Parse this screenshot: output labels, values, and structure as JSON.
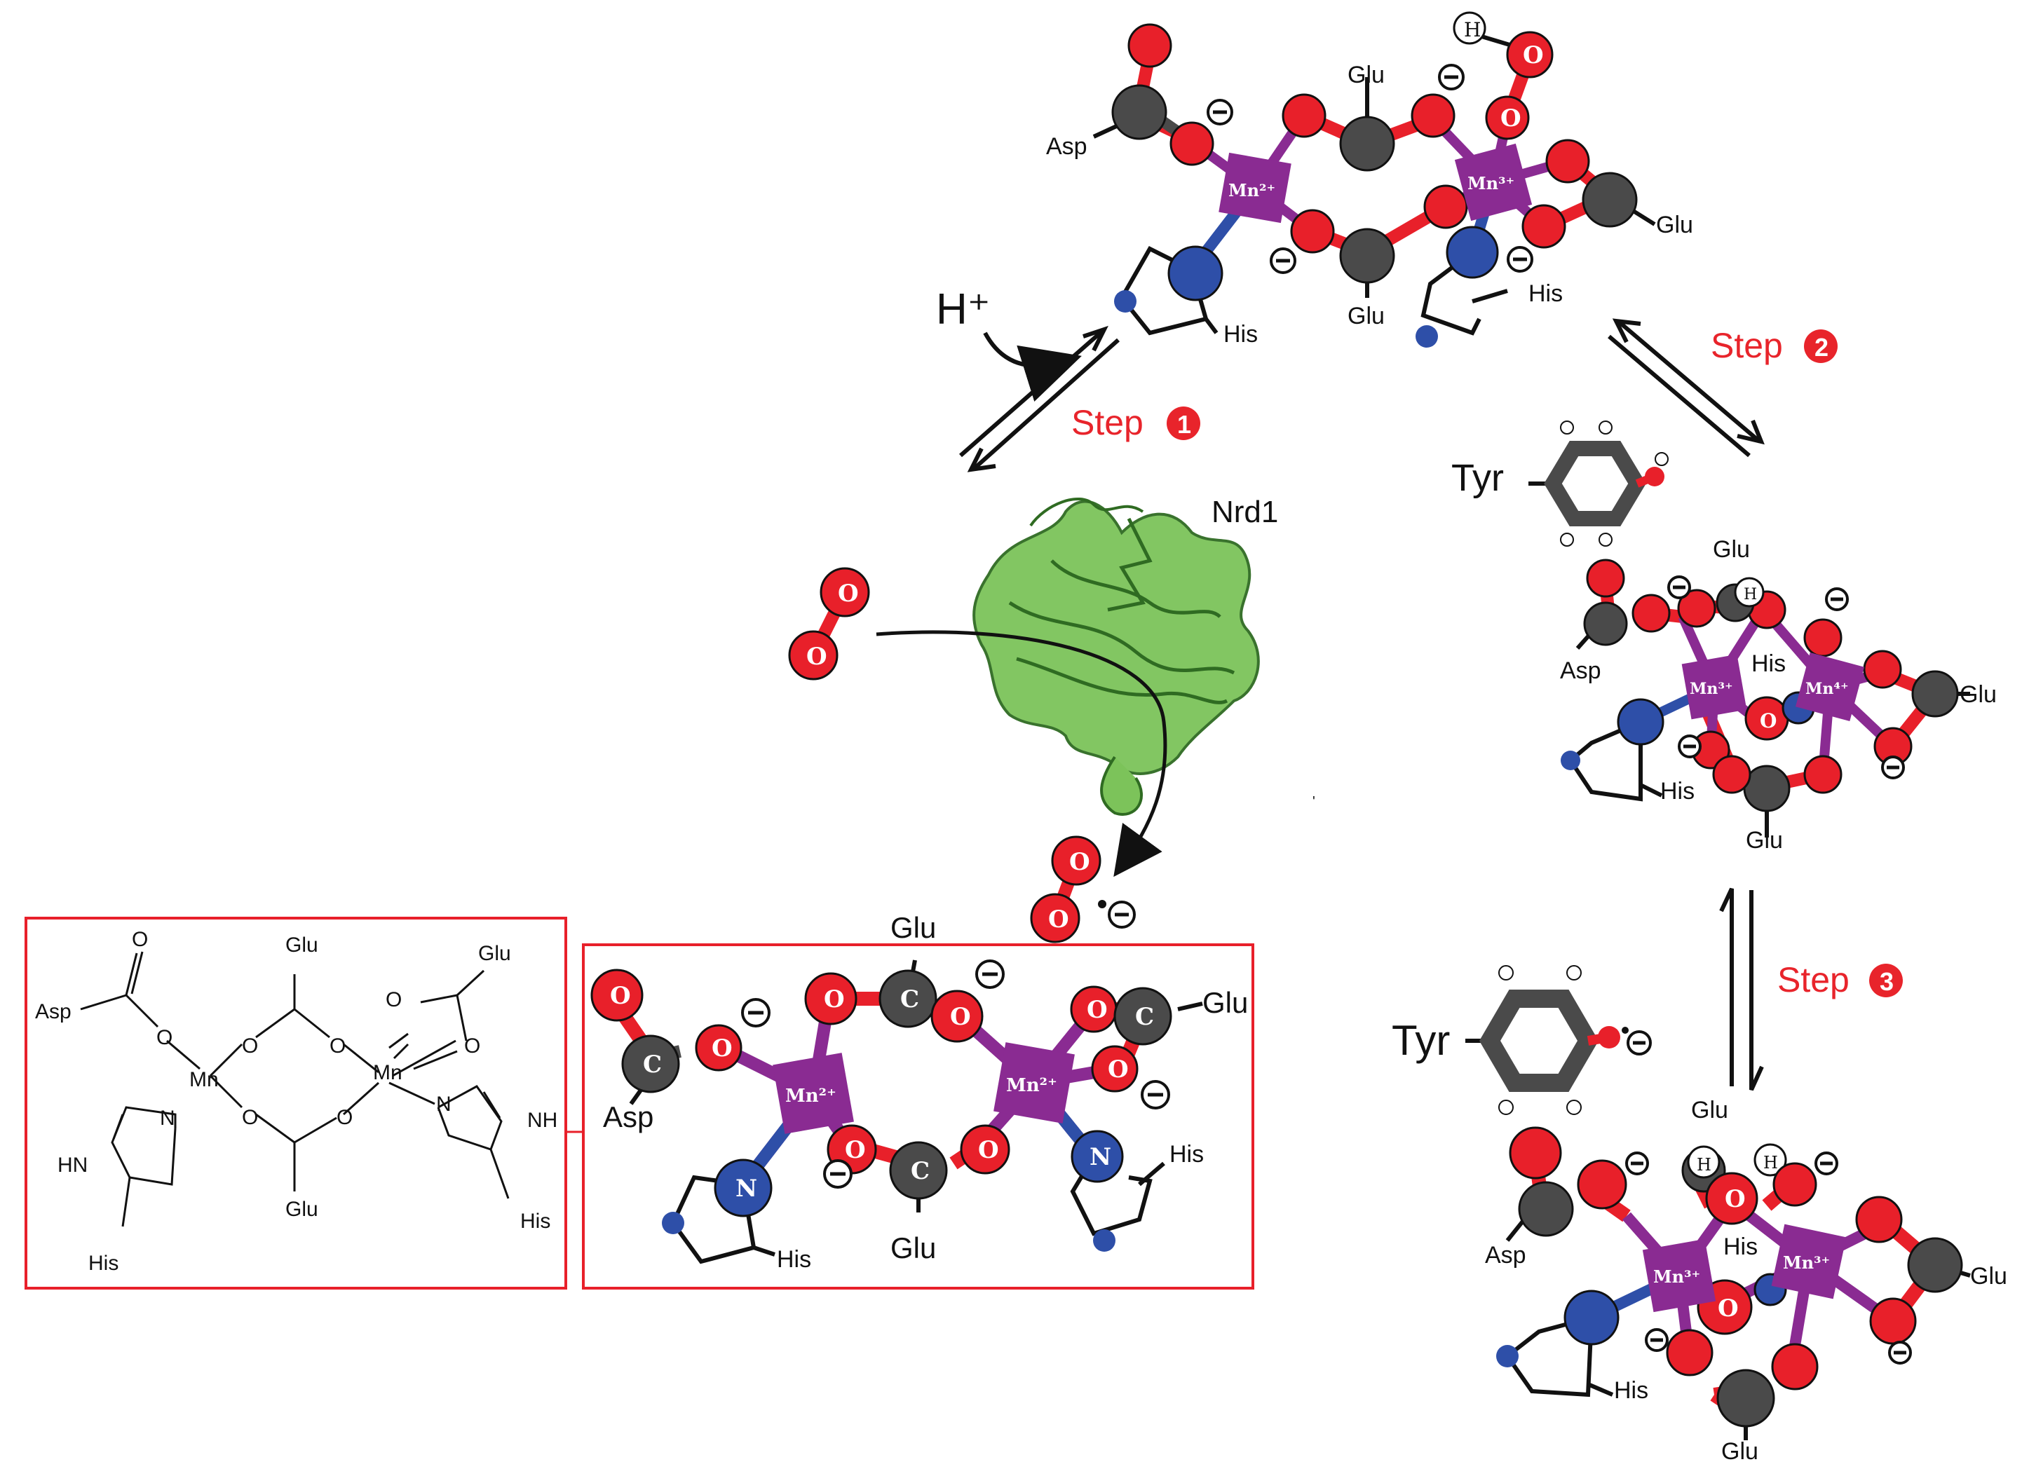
{
  "labels": {
    "h_plus": "H⁺",
    "step1": "Step",
    "step1_num": "1",
    "step2": "Step",
    "step2_num": "2",
    "step3": "Step",
    "step3_num": "3",
    "nrd1": "Nrd1",
    "tyr": "Tyr",
    "asp": "Asp",
    "glu": "Glu",
    "his": "His",
    "o": "O",
    "c": "C",
    "n": "N",
    "h": "H",
    "mn": "Mn",
    "nh": "NH",
    "hn": "HN",
    "mn2": "Mn²⁺",
    "mn3": "Mn³⁺",
    "mn4": "Mn⁴⁺",
    "minus": "−",
    "radical": "•"
  },
  "colors": {
    "oxygen": "#e8202a",
    "carbon": "#4a4a4a",
    "nitrogen": "#2e4fa8",
    "manganese": "#8a2b92",
    "hydrogen": "#ffffff",
    "protein": "#7cc35a",
    "box": "#e8202a",
    "step": "#e8242b"
  }
}
